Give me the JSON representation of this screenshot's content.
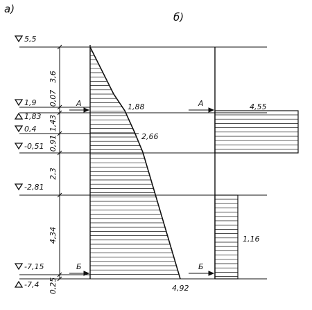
{
  "panels": {
    "left": "а)",
    "right": "б)"
  },
  "elevations": [
    {
      "id": "e1",
      "mark": "down",
      "text": "5,5"
    },
    {
      "id": "e2",
      "mark": "down",
      "text": "1,9"
    },
    {
      "id": "e3",
      "mark": "up",
      "text": "1,83"
    },
    {
      "id": "e4",
      "mark": "down",
      "text": "0,4"
    },
    {
      "id": "e5",
      "mark": "down",
      "text": "-0,51"
    },
    {
      "id": "e6",
      "mark": "down",
      "text": "-2,81"
    },
    {
      "id": "e7",
      "mark": "down",
      "text": "-7,15"
    },
    {
      "id": "e8",
      "mark": "up",
      "text": "-7,4"
    }
  ],
  "thicknesses": [
    "3,6",
    "0,07",
    "1,43",
    "0,91",
    "2,3",
    "4,34",
    "0,25"
  ],
  "diagram_a": {
    "values": [
      {
        "id": "a1",
        "text": "1,88"
      },
      {
        "id": "a2",
        "text": "2,66"
      },
      {
        "id": "a3",
        "text": "4,92"
      }
    ]
  },
  "diagram_b": {
    "values": [
      {
        "id": "b1",
        "text": "4,55"
      },
      {
        "id": "b2",
        "text": "1,16"
      }
    ]
  },
  "sections": [
    {
      "id": "sA1",
      "text": "А"
    },
    {
      "id": "sA2",
      "text": "А"
    },
    {
      "id": "sB1",
      "text": "Б"
    },
    {
      "id": "sB2",
      "text": "Б"
    }
  ]
}
